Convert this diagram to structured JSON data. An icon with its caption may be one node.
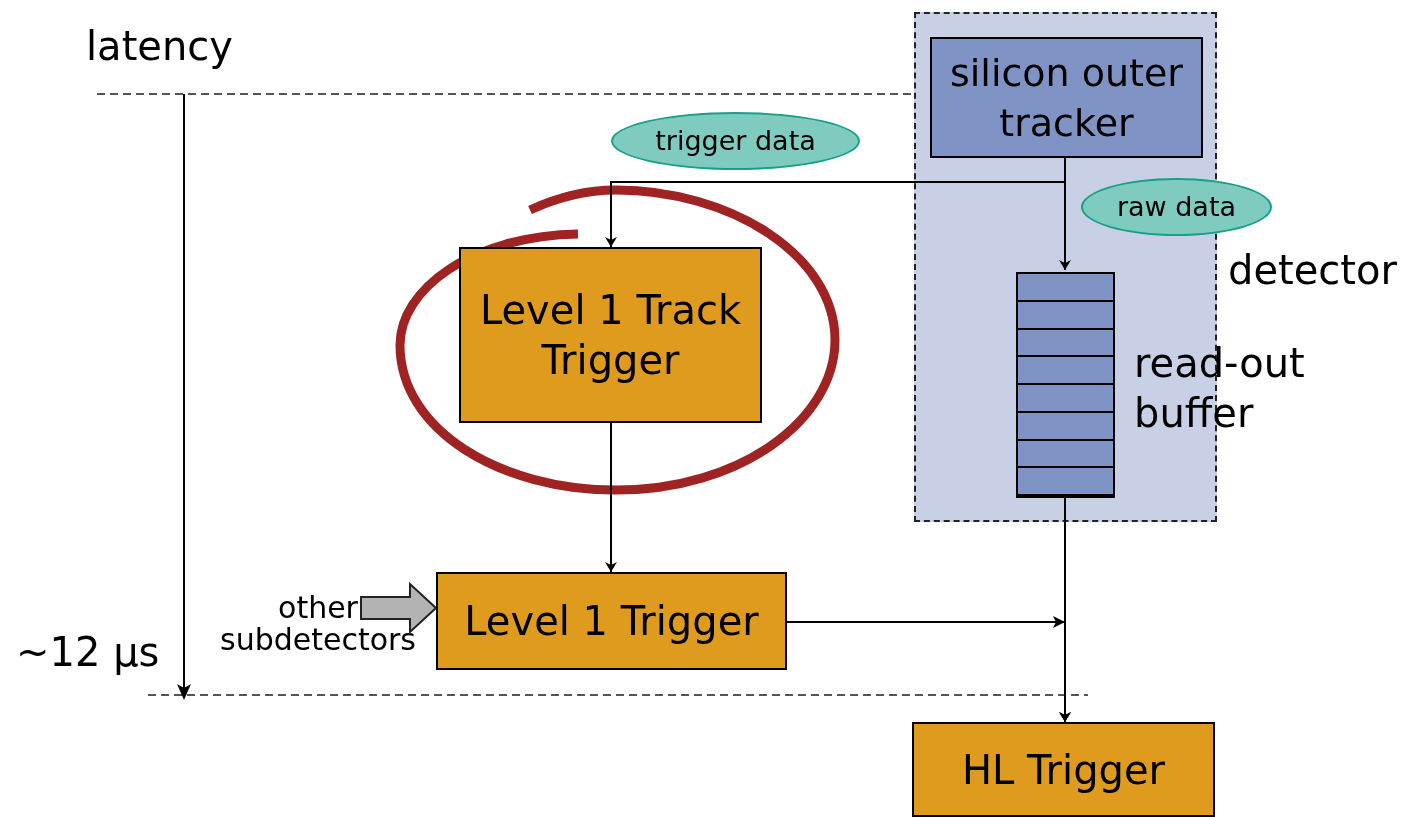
{
  "diagram": {
    "nodes": [
      {
        "text": [
          "detector"
        ]
      },
      {
        "text": [
          "silicon outer tracker"
        ],
        "in": 0
      },
      {
        "text": [
          "read-out buffer"
        ],
        "in": 0
      },
      {
        "text": [
          "Level 1 Track Trigger"
        ]
      },
      {
        "text": [
          "Level 1 Trigger"
        ]
      },
      {
        "text": [
          "HL Trigger"
        ]
      },
      {
        "text": [
          "other subdetectors"
        ]
      },
      {
        "text": [
          "trigger data"
        ]
      },
      {
        "text": [
          "raw data"
        ]
      }
    ],
    "edges": [
      {
        "from": 1,
        "to": 3,
        "arrow": "to"
      },
      {
        "from": 1,
        "to": 2,
        "arrow": "to"
      },
      {
        "from": 3,
        "to": 4,
        "arrow": "to"
      },
      {
        "from": 6,
        "to": 4,
        "arrow": "to",
        "style": "thick",
        "color": "#b3b3b3"
      },
      {
        "from": 4,
        "to": 5,
        "arrow": "to"
      },
      {
        "from": 2,
        "to": 5,
        "arrow": "to"
      }
    ],
    "labels": [
      "latency",
      "~12 μs"
    ]
  }
}
